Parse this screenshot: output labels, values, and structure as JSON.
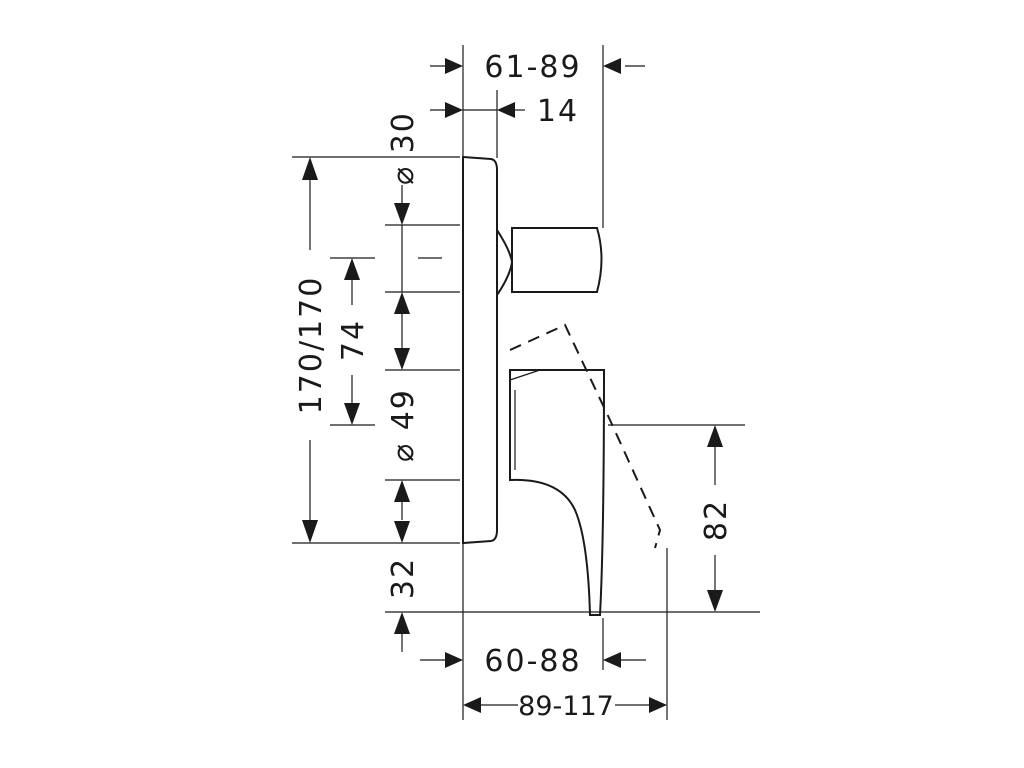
{
  "dimensions": {
    "top_overall": "61-89",
    "plate_offset": "14",
    "diameter_top": "⌀ 30",
    "height_total": "170/170",
    "spacing_74": "74",
    "diameter_bottom": "⌀ 49",
    "bottom_32": "32",
    "spout_drop": "82",
    "bottom_depth": "60-88",
    "bottom_overall": "89-117"
  }
}
